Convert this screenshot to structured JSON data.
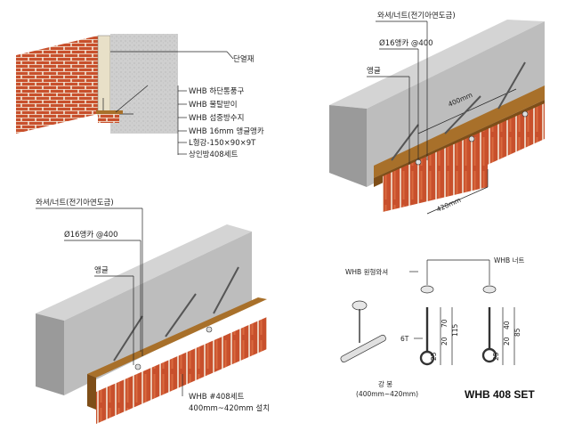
{
  "panel1": {
    "labels": [
      "단열재",
      "WHB 하단통풍구",
      "WHB 물탈받이",
      "WHB 섬중방수지",
      "WHB 16mm 앵글앵카",
      "L형강-150×90×9T",
      "상인방408세트"
    ]
  },
  "panel2": {
    "washer_nut": "와셔/너트(전기아연도금)",
    "anchor": "Ø16앵카 @400",
    "angle": "앵글",
    "dim_400": "400mm",
    "dim_420": "420mm"
  },
  "panel3": {
    "washer_nut": "와셔/너트(전기아연도금)",
    "anchor": "Ø16앵카 @400",
    "angle": "앵글",
    "set_line1": "WHB #408세트",
    "set_line2": "400mm~420mm 설치"
  },
  "panel4": {
    "nut": "WHB 너트",
    "washer": "WHB 원형와셔",
    "thickness": "6T",
    "dims_left": [
      "70",
      "115",
      "20",
      "25"
    ],
    "dims_right": [
      "40",
      "85",
      "20",
      "25"
    ],
    "rod_line1": "강 봉",
    "rod_line2": "(400mm~420mm)",
    "title": "WHB 408 SET"
  },
  "colors": {
    "brick": "#c8502c",
    "mortar": "#f2e6d6",
    "concrete": "#b9b9b9",
    "concrete_top": "#d4d4d4",
    "steel_angle": "#a8702a"
  }
}
